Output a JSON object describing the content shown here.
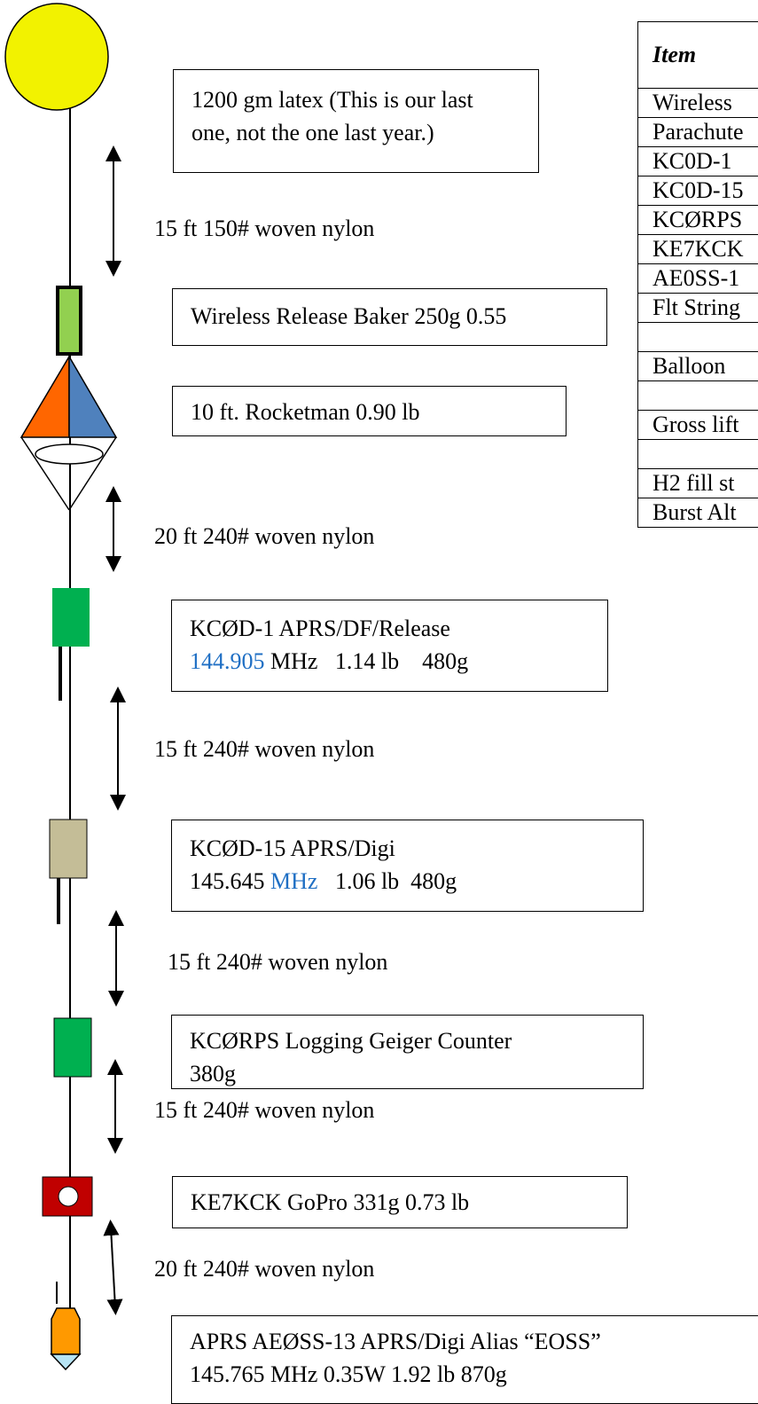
{
  "colors": {
    "balloon": "#f2f200",
    "release": "#92d050",
    "chute_left": "#ff6600",
    "chute_right": "#4f81bd",
    "green_box": "#00b050",
    "tan_box": "#c4bd97",
    "gopro": "#c00000",
    "aprs_orange": "#ff9900",
    "aprs_cone": "#b7e4f4",
    "frequency_blue": "#1f6fc4"
  },
  "boxes": {
    "balloon": [
      "1200 gm latex (This is our last",
      "one, not the one last year.)"
    ],
    "release": "Wireless Release Baker 250g  0.55",
    "parachute": "10 ft. Rocketman   0.90 lb",
    "kc0d1": {
      "line1": "KCØD-1 APRS/DF/Release",
      "freq": "144.905",
      "rest": " MHz   1.14 lb    480g"
    },
    "kc0d15": {
      "line1": "KCØD-15 APRS/Digi",
      "freq_pre": "145.645 ",
      "unit": "MHz",
      "rest": "   1.06 lb  480g"
    },
    "kc0rps": [
      "KCØRPS Logging Geiger Counter",
      "380g"
    ],
    "ke7kck": "KE7KCK GoPro 331g   0.73 lb",
    "ae0ss": [
      "APRS AEØSS-13  APRS/Digi Alias “EOSS”",
      "145.765 MHz  0.35W   1.92 lb   870g"
    ]
  },
  "lines": {
    "l1": "15 ft 150# woven nylon",
    "l2": "20 ft 240# woven nylon",
    "l3": "15 ft 240# woven nylon",
    "l4": "15 ft 240# woven nylon",
    "l5": "15 ft 240# woven nylon",
    "l6": "20 ft 240# woven nylon"
  },
  "table": {
    "header": "Item",
    "rows": [
      "Wireless",
      "Parachute",
      "KC0D-1",
      "KC0D-15",
      "KCØRPS",
      "KE7KCK",
      "AE0SS-1",
      "Flt String",
      "",
      "Balloon",
      "",
      "Gross lift",
      "",
      "H2 fill st",
      "Burst Alt"
    ]
  }
}
